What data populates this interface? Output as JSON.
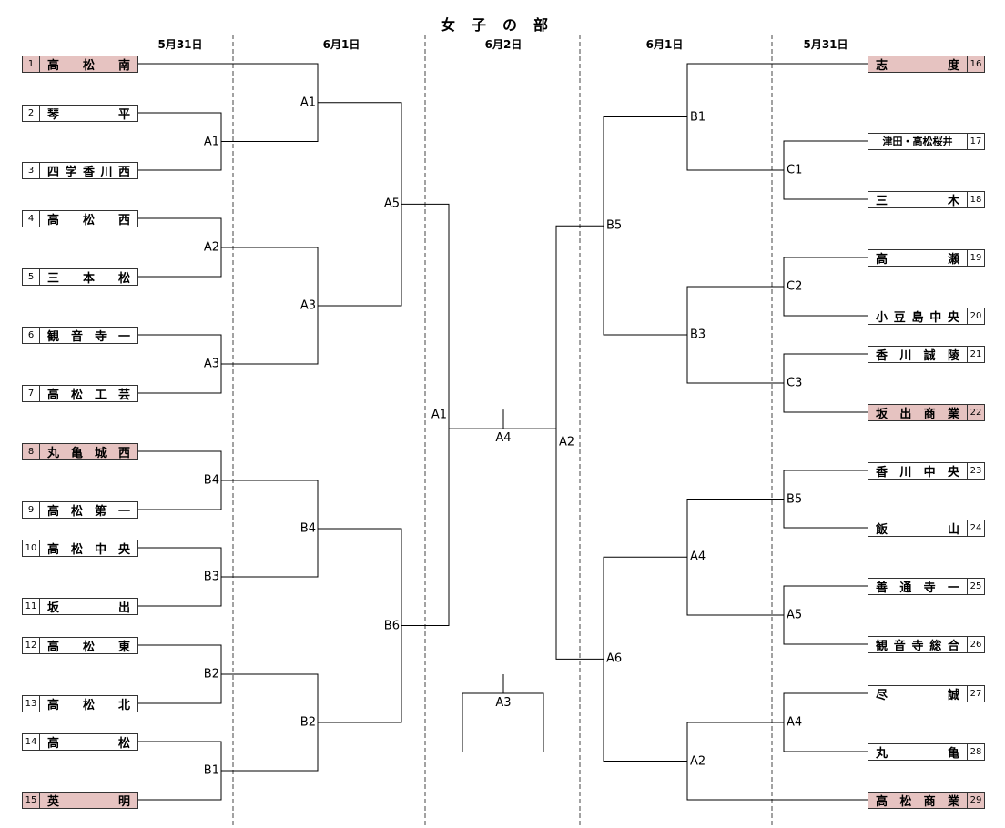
{
  "title": "女子の部",
  "dates": [
    "5月31日",
    "6月1日",
    "6月2日",
    "6月1日",
    "5月31日"
  ],
  "left_teams": [
    {
      "num": "1",
      "name": "高松南",
      "highlight": true
    },
    {
      "num": "2",
      "name": "琴平",
      "highlight": false
    },
    {
      "num": "3",
      "name": "四学香川西",
      "highlight": false
    },
    {
      "num": "4",
      "name": "高松西",
      "highlight": false
    },
    {
      "num": "5",
      "name": "三本松",
      "highlight": false
    },
    {
      "num": "6",
      "name": "観音寺一",
      "highlight": false
    },
    {
      "num": "7",
      "name": "高松工芸",
      "highlight": false
    },
    {
      "num": "8",
      "name": "丸亀城西",
      "highlight": true
    },
    {
      "num": "9",
      "name": "高松第一",
      "highlight": false
    },
    {
      "num": "10",
      "name": "高松中央",
      "highlight": false
    },
    {
      "num": "11",
      "name": "坂出",
      "highlight": false
    },
    {
      "num": "12",
      "name": "高松東",
      "highlight": false
    },
    {
      "num": "13",
      "name": "高松北",
      "highlight": false
    },
    {
      "num": "14",
      "name": "高松",
      "highlight": false
    },
    {
      "num": "15",
      "name": "英明",
      "highlight": true
    }
  ],
  "right_teams": [
    {
      "num": "16",
      "name": "志度",
      "highlight": true
    },
    {
      "num": "17",
      "name": "津田・高松桜井",
      "highlight": false,
      "compact": true
    },
    {
      "num": "18",
      "name": "三木",
      "highlight": false
    },
    {
      "num": "19",
      "name": "高瀬",
      "highlight": false
    },
    {
      "num": "20",
      "name": "小豆島中央",
      "highlight": false
    },
    {
      "num": "21",
      "name": "香川誠陵",
      "highlight": false
    },
    {
      "num": "22",
      "name": "坂出商業",
      "highlight": true
    },
    {
      "num": "23",
      "name": "香川中央",
      "highlight": false
    },
    {
      "num": "24",
      "name": "飯山",
      "highlight": false
    },
    {
      "num": "25",
      "name": "善通寺一",
      "highlight": false
    },
    {
      "num": "26",
      "name": "観音寺総合",
      "highlight": false
    },
    {
      "num": "27",
      "name": "尽誠",
      "highlight": false
    },
    {
      "num": "28",
      "name": "丸亀",
      "highlight": false
    },
    {
      "num": "29",
      "name": "高松商業",
      "highlight": true
    }
  ],
  "match_labels": {
    "l1": [
      "A1",
      "A2",
      "A3",
      "B4",
      "B3",
      "B2",
      "B1"
    ],
    "l2": [
      "A1",
      "A3",
      "B4",
      "B2"
    ],
    "l3": [
      "A5",
      "B6"
    ],
    "l4": [
      "A1"
    ],
    "final": "A4",
    "third": "A3",
    "r4": [
      "A2"
    ],
    "r3": [
      "B5",
      "A6"
    ],
    "r2": [
      "B1",
      "B3",
      "A4",
      "A2"
    ],
    "r1": [
      "C1",
      "C2",
      "C3",
      "B5",
      "A5",
      "A4"
    ]
  }
}
